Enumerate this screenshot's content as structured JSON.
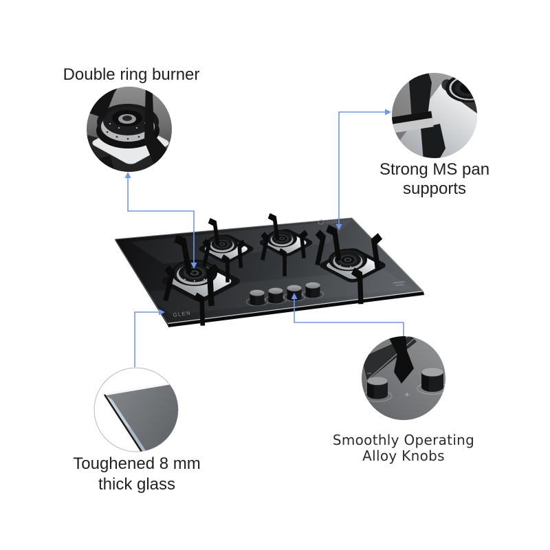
{
  "brand": {
    "name": "GLEN"
  },
  "callouts": {
    "double_ring_burner": {
      "label": "Double ring burner"
    },
    "pan_supports": {
      "line1": "Strong MS pan",
      "line2": "supports"
    },
    "toughened_glass": {
      "line1": "Toughened 8 mm",
      "line2": "thick glass"
    },
    "alloy_knobs": {
      "line1": "Smoothly Operating",
      "line2": "Alloy Knobs"
    }
  },
  "product": {
    "burner_count": "4",
    "insets": [
      "double-ring-burner-closeup",
      "ms-pan-support-closeup",
      "toughened-glass-edge-closeup",
      "alloy-knobs-closeup"
    ]
  },
  "colors": {
    "connector_blue": "#6d97ef",
    "label_text": "#1f2022",
    "background": "#ffffff"
  }
}
